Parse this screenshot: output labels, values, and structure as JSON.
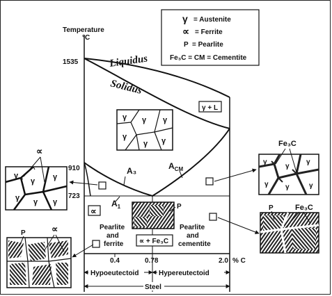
{
  "axis": {
    "y_title_line1": "Temperature",
    "y_title_line2": "°C",
    "x_unit": "% C",
    "temp_ticks": [
      "1535",
      "910",
      "723"
    ],
    "carbon_ticks": [
      "0.4",
      "0.78",
      "2.0"
    ]
  },
  "legend": {
    "gamma_symbol": "γ",
    "gamma_text": "= Austenite",
    "alpha_symbol": "∝",
    "alpha_text": "= Ferrite",
    "pearlite_symbol": "P",
    "pearlite_text": "= Pearlite",
    "cementite_text": "Fe₃C = CM = Cementite"
  },
  "curves": {
    "liquidus": "Liquidus",
    "solidus": "Solidus",
    "a3": "A₃",
    "acm": "A<sub>CM</sub>",
    "acm_main": "A",
    "acm_sub": "CM",
    "a1_main": "A",
    "a1_sub": "1"
  },
  "regions": {
    "gamma_liquid": "γ + L",
    "alpha_region": "∝",
    "alpha_fe3c": "∝ + Fe₃C",
    "pearlite_ferrite_1": "Pearlite",
    "pearlite_ferrite_2": "and",
    "pearlite_ferrite_3": "ferrite",
    "pearlite_cementite_1": "Pearlite",
    "pearlite_cementite_2": "and",
    "pearlite_cementite_3": "cementite"
  },
  "micro_labels": {
    "gamma": "γ",
    "alpha": "∝",
    "p": "P",
    "fe3c": "Fe₃C"
  },
  "bottom": {
    "hypoeutectoid": "Hypoeutectoid",
    "hypereutectoid": "Hypereutectoid",
    "steel": "Steel"
  }
}
